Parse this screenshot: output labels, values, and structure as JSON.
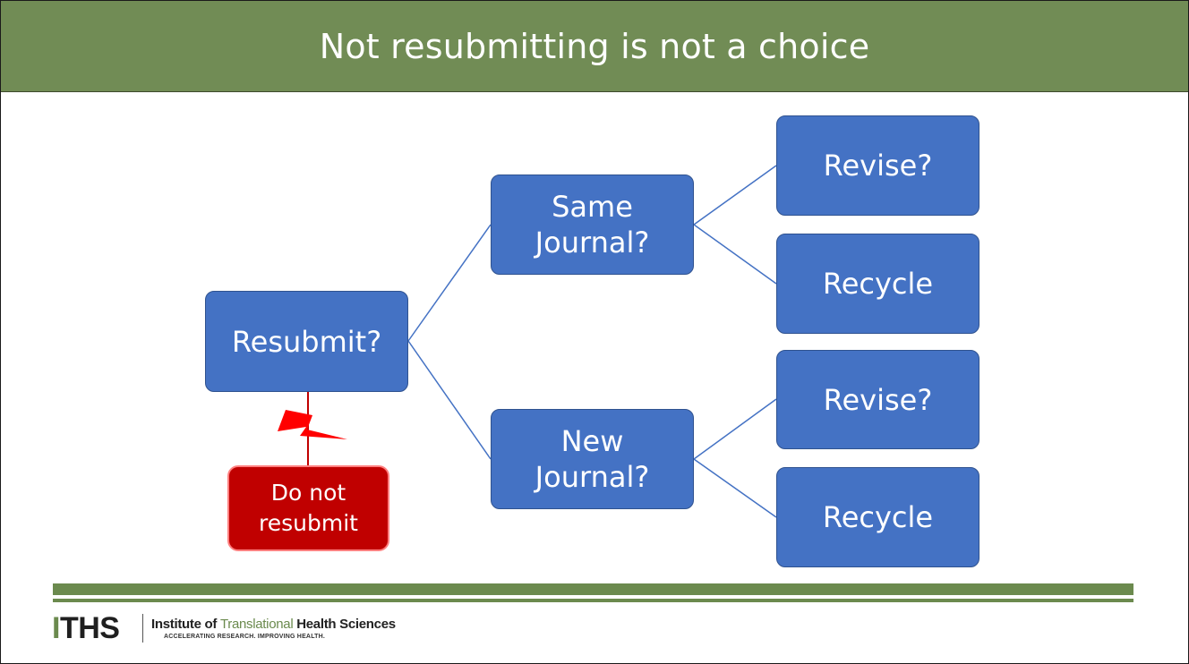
{
  "header": {
    "title": "Not resubmitting is not a choice"
  },
  "diagram": {
    "root": "Resubmit?",
    "branch_same": "Same\nJournal?",
    "branch_new": "New\nJournal?",
    "same_revise": "Revise?",
    "same_recycle": "Recycle",
    "new_revise": "Revise?",
    "new_recycle": "Recycle",
    "rejected_option": "Do not\nresubmit"
  },
  "footer": {
    "logo_first": "I",
    "logo_rest": "THS",
    "org_before": "Institute of ",
    "org_accent": "Translational",
    "org_after": " Health Sciences",
    "tagline": "ACCELERATING RESEARCH. IMPROVING HEALTH."
  },
  "colors": {
    "header_green": "#718c55",
    "node_blue": "#4472c4",
    "stop_red": "#c00000",
    "lightning_red": "#ff0000"
  }
}
